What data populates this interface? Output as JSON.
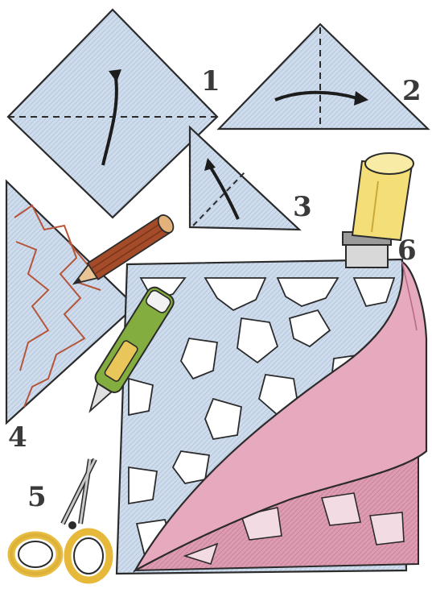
{
  "steps": [
    {
      "number": "1"
    },
    {
      "number": "2"
    },
    {
      "number": "3"
    },
    {
      "number": "4"
    },
    {
      "number": "5"
    },
    {
      "number": "6"
    }
  ],
  "colors": {
    "paper_blue": "#c9d8ea",
    "paper_blue_dark": "#8fa8cf",
    "outline": "#2b2b2b",
    "pink": "#d98fa8",
    "pink_light": "#e9b6c6",
    "pencil_wood": "#c98a4b",
    "pencil_body": "#9b4a2a",
    "glue_yellow": "#f0d96a",
    "cutter_green": "#7ea83a",
    "scissor_yellow": "#e6b93a"
  },
  "icons": [
    "pencil-icon",
    "glue-stick-icon",
    "box-cutter-icon",
    "scissors-icon"
  ]
}
